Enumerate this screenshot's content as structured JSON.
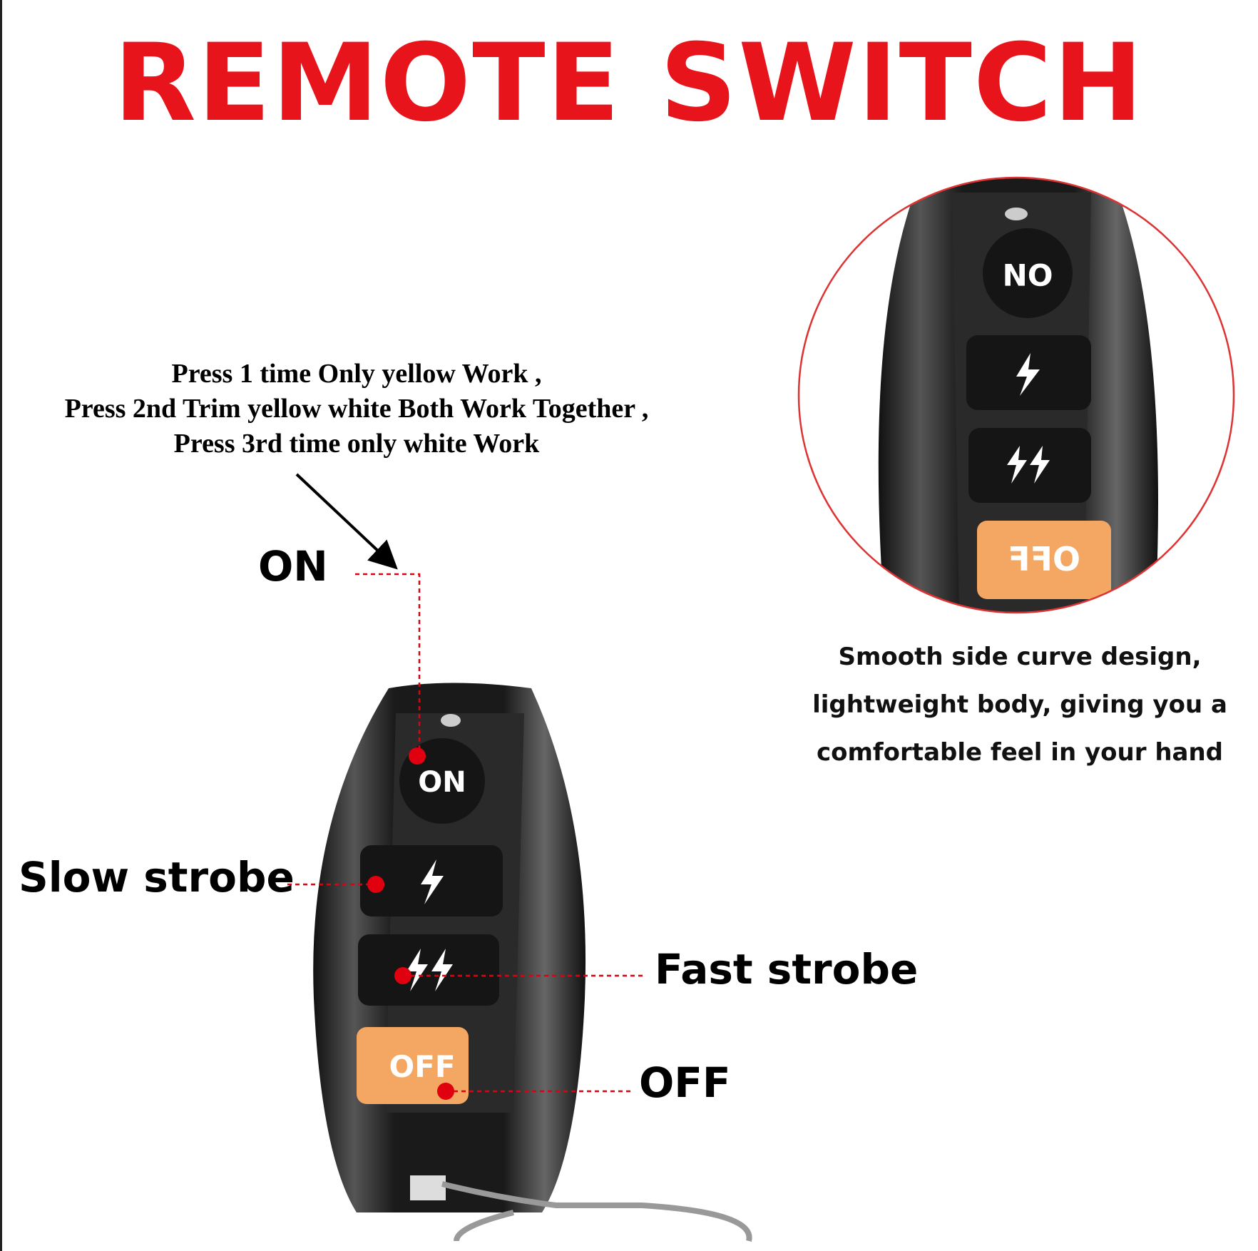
{
  "title": "REMOTE SWITCH",
  "instructions": [
    "Press 1 time Only yellow Work ,",
    "Press 2nd Trim yellow white Both Work Together ,",
    "Press 3rd time only white Work"
  ],
  "labels": {
    "on": "ON",
    "slow": "Slow strobe",
    "fast": "Fast strobe",
    "off": "OFF"
  },
  "remote_buttons": {
    "on": "ON",
    "off": "OFF"
  },
  "caption": [
    "Smooth side curve design,",
    "lightweight body, giving you a",
    "comfortable feel in your hand"
  ],
  "colors": {
    "title": "#e8141c",
    "off_button": "#f4a763",
    "marker": "#e00010"
  }
}
